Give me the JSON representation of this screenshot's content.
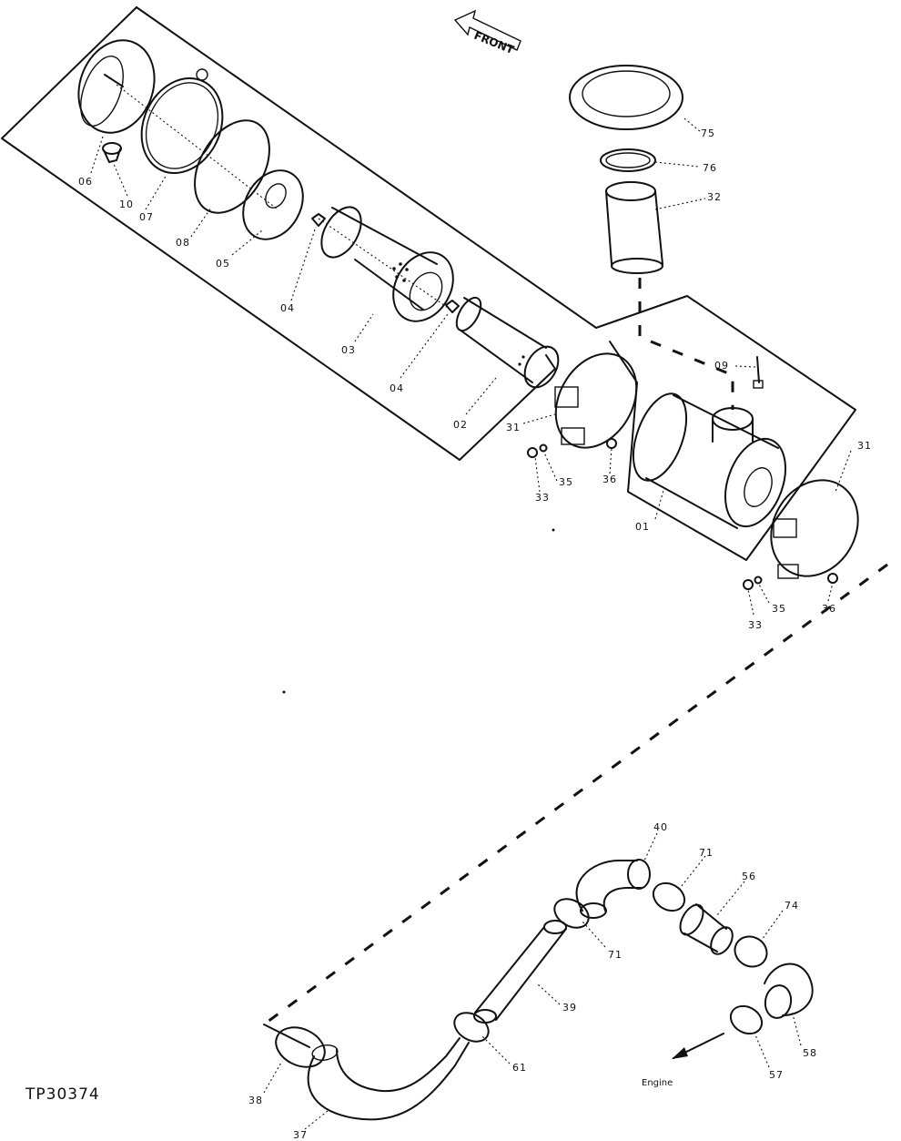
{
  "figure": {
    "reference_id": "TP30374",
    "front_label": "FRONT",
    "engine_label": "Engine"
  },
  "callouts": [
    {
      "id": "c06",
      "text": "06"
    },
    {
      "id": "c10",
      "text": "10"
    },
    {
      "id": "c07",
      "text": "07"
    },
    {
      "id": "c08",
      "text": "08"
    },
    {
      "id": "c05",
      "text": "05"
    },
    {
      "id": "c04a",
      "text": "04"
    },
    {
      "id": "c03",
      "text": "03"
    },
    {
      "id": "c04b",
      "text": "04"
    },
    {
      "id": "c02",
      "text": "02"
    },
    {
      "id": "c31a",
      "text": "31"
    },
    {
      "id": "c35a",
      "text": "35"
    },
    {
      "id": "c33a",
      "text": "33"
    },
    {
      "id": "c36a",
      "text": "36"
    },
    {
      "id": "c01",
      "text": "01"
    },
    {
      "id": "c09",
      "text": "09"
    },
    {
      "id": "c75",
      "text": "75"
    },
    {
      "id": "c76",
      "text": "76"
    },
    {
      "id": "c32",
      "text": "32"
    },
    {
      "id": "c31b",
      "text": "31"
    },
    {
      "id": "c35b",
      "text": "35"
    },
    {
      "id": "c33b",
      "text": "33"
    },
    {
      "id": "c36b",
      "text": "36"
    },
    {
      "id": "c40",
      "text": "40"
    },
    {
      "id": "c71a",
      "text": "71"
    },
    {
      "id": "c56",
      "text": "56"
    },
    {
      "id": "c74",
      "text": "74"
    },
    {
      "id": "c71b",
      "text": "71"
    },
    {
      "id": "c39",
      "text": "39"
    },
    {
      "id": "c61",
      "text": "61"
    },
    {
      "id": "c58",
      "text": "58"
    },
    {
      "id": "c57",
      "text": "57"
    },
    {
      "id": "c38",
      "text": "38"
    },
    {
      "id": "c37",
      "text": "37"
    }
  ]
}
